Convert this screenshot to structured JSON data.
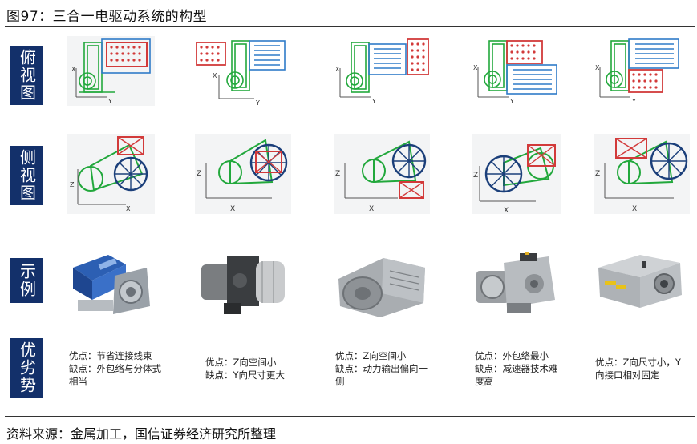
{
  "figure": {
    "title": "图97：三合一电驱动系统的构型",
    "source": "资料来源：金属加工，国信证券经济研究所整理"
  },
  "row_labels": {
    "top_view": "俯视图",
    "side_view": "侧视图",
    "example": "示例",
    "pros_cons": "优劣势"
  },
  "axes": {
    "x": "X",
    "y": "Y",
    "z": "Z"
  },
  "colors": {
    "navy_label": "#13306a",
    "motor_green": "#22a83c",
    "inverter_blue": "#2f7bc8",
    "box_red": "#d23a3a",
    "wheel_navy": "#1b3f7a"
  },
  "columns": [
    {
      "pros_cons": [
        "优点：节省连接线束",
        "缺点：外包络与分体式相当"
      ]
    },
    {
      "pros_cons": [
        "优点：Z向空间小",
        "缺点：Y向尺寸更大"
      ]
    },
    {
      "pros_cons": [
        "优点：Z向空间小",
        "缺点：动力输出偏向一侧"
      ]
    },
    {
      "pros_cons": [
        "优点：外包络最小",
        "缺点：减速器技术难度高"
      ]
    },
    {
      "pros_cons": [
        "优点：Z向尺寸小，Y向接口相对固定"
      ]
    }
  ]
}
